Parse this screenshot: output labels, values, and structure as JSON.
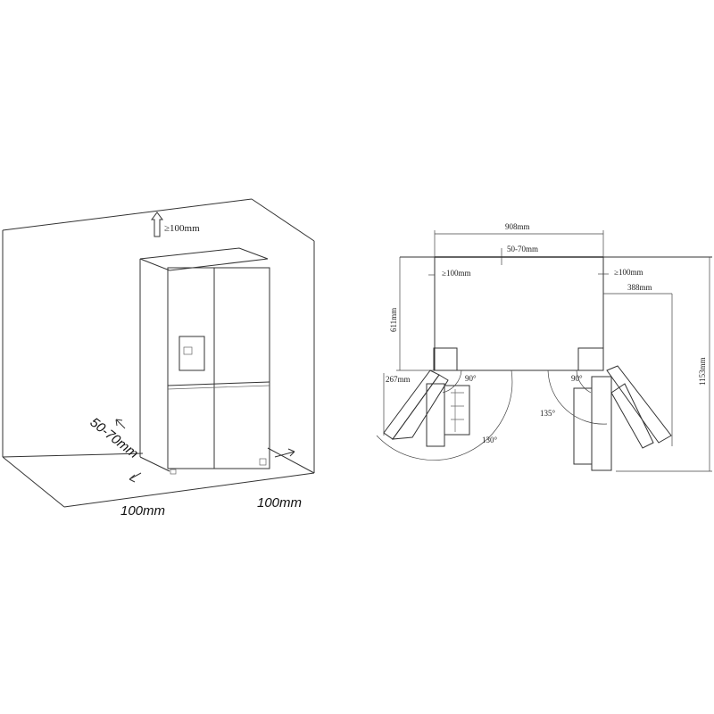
{
  "left_diagram": {
    "top_clearance": "≥100mm",
    "back_clearance": "50-70mm",
    "left_side_clearance": "100mm",
    "right_side_clearance": "100mm"
  },
  "right_diagram": {
    "total_width": "908mm",
    "back_gap": "50-70mm",
    "left_side_gap": "≥100mm",
    "right_side_gap": "≥100mm",
    "right_door_depth": "388mm",
    "cabinet_depth": "611mm",
    "total_depth_open": "1153mm",
    "left_door_width": "267mm",
    "left_angle_90": "90°",
    "right_angle_90": "90°",
    "angle_135": "135°",
    "angle_130": "130°"
  }
}
